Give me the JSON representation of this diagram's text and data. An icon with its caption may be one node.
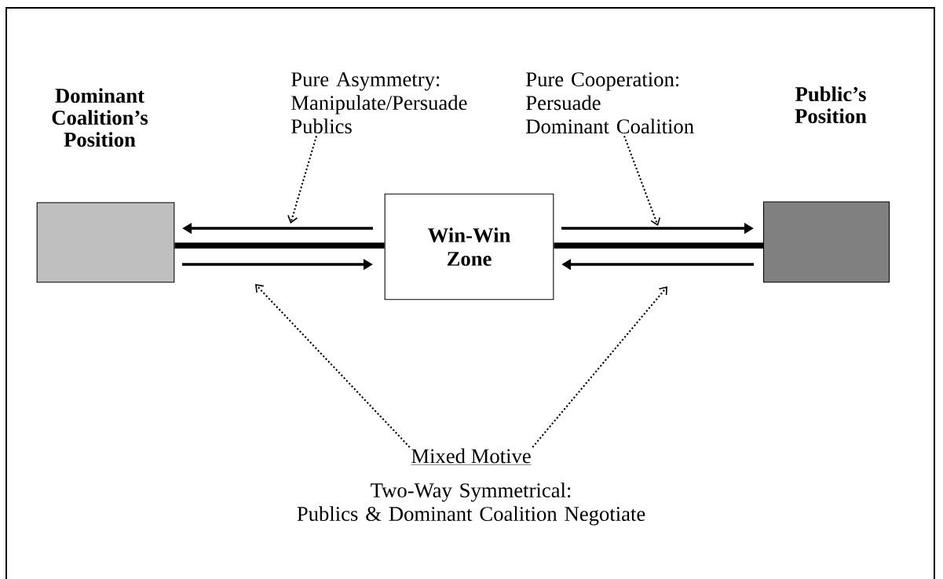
{
  "diagram": {
    "nodes": [
      {
        "text": [],
        "shape": "box"
      },
      {
        "text": [
          "Win-Win Zone"
        ]
      },
      {
        "text": [],
        "shape": "box"
      },
      {
        "text": [
          "Pure Asymmetry: Manipulate/Persuade Publics"
        ]
      },
      {
        "text": [
          "Pure Cooperation: Persuade Dominant Coalition"
        ]
      },
      {
        "text": [
          "Mixed Motive",
          "Two-Way Symmetrical: Publics & Dominant Coalition Negotiate"
        ]
      }
    ],
    "edges": [
      {
        "from": 0,
        "to": 1,
        "arrow": "none",
        "style": "thick"
      },
      {
        "from": 1,
        "to": 2,
        "arrow": "none",
        "style": "thick"
      },
      {
        "from": 1,
        "to": 0,
        "arrow": "to"
      },
      {
        "from": 0,
        "to": 1,
        "arrow": "to"
      },
      {
        "from": 1,
        "to": 2,
        "arrow": "to"
      },
      {
        "from": 2,
        "to": 1,
        "arrow": "to"
      },
      {
        "from": 3,
        "to": null,
        "arrow": "to",
        "style": "dashed"
      },
      {
        "from": 4,
        "to": null,
        "arrow": "to",
        "style": "dashed"
      },
      {
        "from": 5,
        "to": null,
        "arrow": "to",
        "style": "dashed"
      },
      {
        "from": 5,
        "to": null,
        "arrow": "to",
        "style": "dashed"
      }
    ],
    "labels": [
      "Dominant Coalition’s Position",
      "Public’s Position"
    ]
  }
}
